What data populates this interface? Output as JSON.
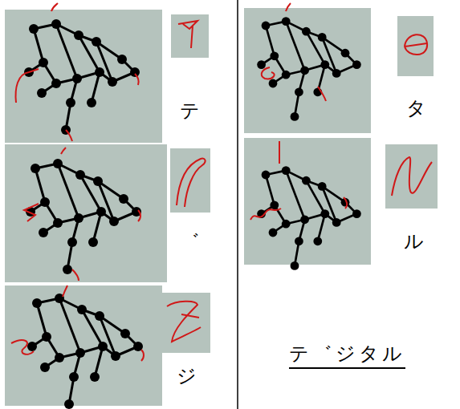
{
  "diagram": {
    "labels": [
      "テ",
      "゛",
      "ジ",
      "タ",
      "ル",
      "テ゛ジタル"
    ]
  }
}
